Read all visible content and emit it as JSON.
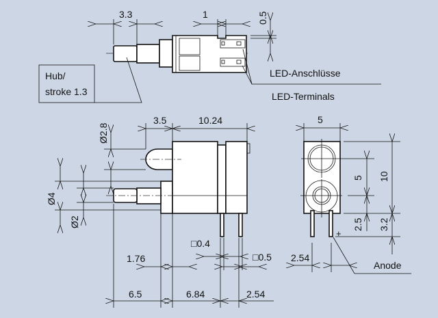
{
  "drawing": {
    "top_view": {
      "dims": {
        "pin_length": "3.3",
        "slot": "1",
        "offset": "0.5"
      },
      "stroke_label_line1": "Hub/",
      "stroke_label_line2": "stroke 1.3",
      "terminals_de": "LED-Anschlüsse",
      "terminals_en": "LED-Terminals"
    },
    "side_view": {
      "dims": {
        "led_protrusion": "3.5",
        "body_length": "10.24",
        "led_dia": "Ø2.8",
        "button_dia": "Ø4",
        "pin_dia": "Ø2",
        "lead_square": "□0.4",
        "lead_square2": "□0.5",
        "d176": "1.76",
        "d65": "6.5",
        "d684": "6.84",
        "d254": "2.54"
      }
    },
    "front_view": {
      "dims": {
        "width": "5",
        "pitch_v": "5",
        "height": "10",
        "d25": "2.5",
        "d32": "3.2",
        "lead_pitch": "2.54"
      },
      "plus": "+",
      "anode": "Anode"
    }
  }
}
